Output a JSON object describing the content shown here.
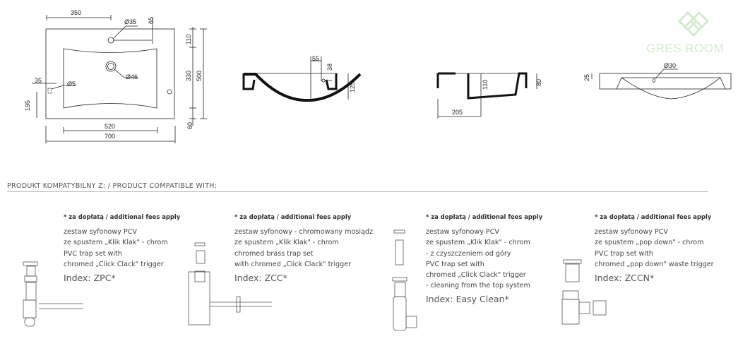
{
  "brand": {
    "watermark": "GRES ROOM",
    "color": "#d5ead0"
  },
  "plan_view": {
    "dims": {
      "width_top": "350",
      "tap_hole": "Ø35",
      "tap_offset": "65",
      "drain": "Ø46",
      "overflow": "Ø5",
      "side": "35",
      "height_left": "195",
      "d110": "110",
      "d330": "330",
      "d500": "500",
      "d60": "60",
      "basin_width": "520",
      "total_width": "700"
    }
  },
  "section_views": [
    {
      "dims": {
        "a": "55",
        "b": "38",
        "h": "125"
      }
    },
    {
      "dims": {
        "a": "110",
        "b": "80",
        "w": "205"
      }
    },
    {
      "dims": {
        "a": "25",
        "b": "Ø30"
      }
    }
  ],
  "compatible": {
    "heading": "PRODUKT KOMPATYBILNY Z: / PRODUCT COMPATIBLE WITH:",
    "products": [
      {
        "note": "* za dopłatą / additional fees apply",
        "lines": [
          "zestaw syfonowy PCV",
          "ze spustem „Klik Klak\" - chrom",
          "PVC trap set with",
          "chromed „Click Clack\" trigger"
        ],
        "index": "Index: ZPC*"
      },
      {
        "note": "* za dopłatą / additional fees apply",
        "lines": [
          "zestaw syfonowy - chromowany mosiądz",
          "ze spustem „Klik Klak\" - chrom",
          "chromed brass trap set",
          "with chromed „Click Clack\" trigger"
        ],
        "index": "Index: ZCC*"
      },
      {
        "note": "* za dopłatą / additional fees apply",
        "lines": [
          "zestaw syfonowy PCV",
          "ze spustem „Klik Klak\" - chrom",
          "- z czyszczeniem od góry",
          "PVC trap set with",
          "chromed „Click Clack\" trigger",
          "- cleaning from the top system"
        ],
        "index": "Index: Easy Clean*"
      },
      {
        "note": "* za dopłatą / additional fees apply",
        "lines": [
          "zestaw syfonowy PCV",
          "ze spustem „pop down\" - chrom",
          "PVC trap set with",
          "chromed „pop down\" waste trigger"
        ],
        "index": "Index: ZCCN*"
      }
    ]
  }
}
